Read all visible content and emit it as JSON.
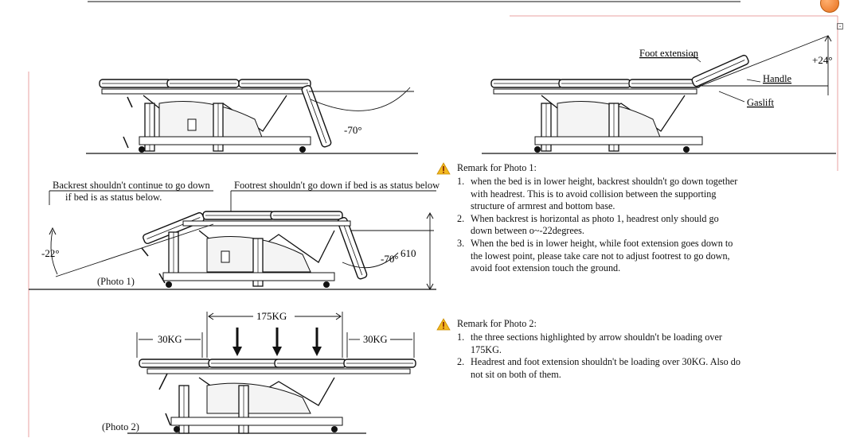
{
  "top_right_diagram": {
    "foot_extension": "Foot extension",
    "angle": "+24°",
    "handle": "Handle",
    "gaslift": "Gaslift"
  },
  "top_left_diagram": {
    "angle": "-70°"
  },
  "photo1": {
    "backrest_note_line1": "Backrest shouldn't continue to go down",
    "backrest_note_line2": "if bed is as status below.",
    "footrest_note": "Footrest shouldn't go down  if bed is as status below",
    "angle_left": "-22°",
    "angle_right": "-70°",
    "height": "610",
    "caption": "(Photo 1)"
  },
  "photo2": {
    "weight_center": "175KG",
    "weight_left": "30KG",
    "weight_right": "30KG",
    "caption": "(Photo 2)"
  },
  "remark1": {
    "title": "Remark for Photo 1:",
    "items": [
      {
        "num": "1.",
        "text": "when the bed is in lower height, backrest shouldn't go down together with headrest. This is to avoid collision between the supporting structure of armrest and bottom base."
      },
      {
        "num": "2.",
        "text": "When backrest is horizontal as photo 1, headrest only should go down between o~-22degrees."
      },
      {
        "num": "3.",
        "text": "When the bed is in lower height, while foot extension goes down to the lowest point, please take care not to adjust footrest to go down, avoid foot extension touch the ground."
      }
    ]
  },
  "remark2": {
    "title": "Remark for Photo 2:",
    "items": [
      {
        "num": "1.",
        "text": "the three sections highlighted by arrow shouldn't be loading over 175KG."
      },
      {
        "num": "2.",
        "text": "Headrest and foot extension shouldn't be loading over 30KG. Also do not sit on both of them."
      }
    ]
  },
  "colors": {
    "accent_red": "#e8a0a0",
    "warning_yellow": "#f2b81f",
    "orange_button": "#e8701c"
  }
}
